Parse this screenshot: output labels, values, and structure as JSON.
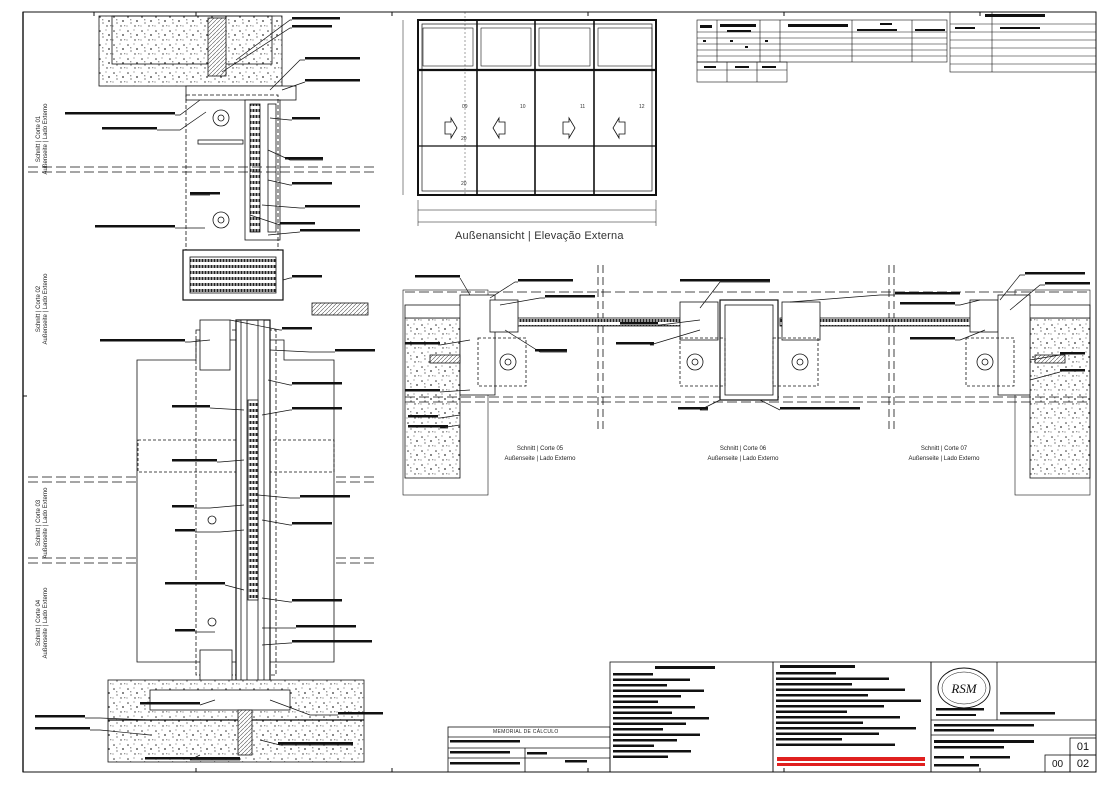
{
  "elevation": {
    "title": "Außenansicht | Elevação Externa",
    "panel_numbers": [
      "09",
      "10",
      "11",
      "12"
    ],
    "marker_labels": [
      "20",
      "20"
    ]
  },
  "vertical_sections": [
    {
      "line1": "Schnitt | Corte 01",
      "line2": "Außenseite | Lado Externo"
    },
    {
      "line1": "Schnitt | Corte 02",
      "line2": "Außenseite | Lado Externo"
    },
    {
      "line1": "Schnitt | Corte 03",
      "line2": "Außenseite | Lado Externo"
    },
    {
      "line1": "Schnitt | Corte 04",
      "line2": "Außenseite | Lado Externo"
    }
  ],
  "horizontal_sections": [
    {
      "line1": "Schnitt | Corte 05",
      "line2": "Außenseite | Lado Externo"
    },
    {
      "line1": "Schnitt | Corte 06",
      "line2": "Außenseite | Lado Externo"
    },
    {
      "line1": "Schnitt | Corte 07",
      "line2": "Außenseite | Lado Externo"
    }
  ],
  "title_block": {
    "memorial": "MEMORIAL DE CÁLCULO",
    "sheet_current": "01",
    "sheet_total": "02",
    "revision": "00",
    "logo_text": "RSM"
  },
  "colors": {
    "line": "#111111",
    "hatch": "#555555",
    "highlight_bar": "#e0201f",
    "paper": "#ffffff"
  }
}
